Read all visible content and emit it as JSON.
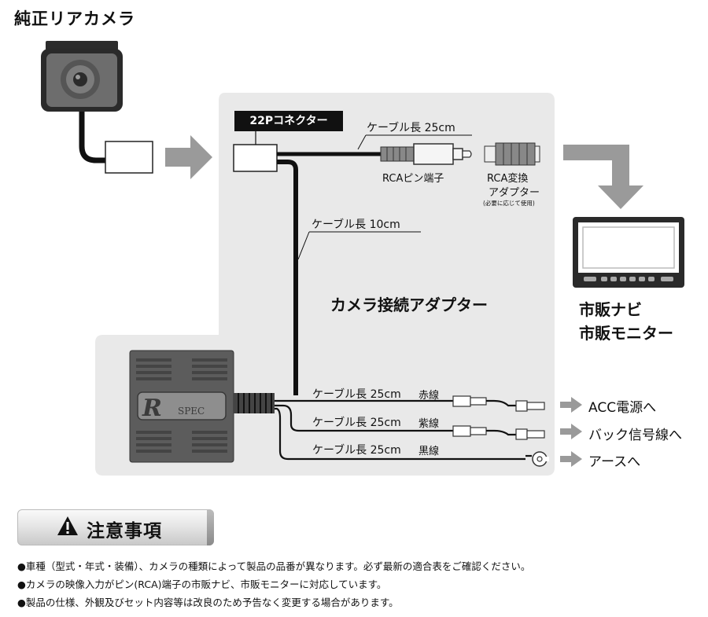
{
  "camera": {
    "title": "純正リアカメラ"
  },
  "connector": {
    "label": "22Pコネクター"
  },
  "cables": {
    "top": "ケーブル長 25cm",
    "vertical": "ケーブル長 10cm",
    "red": "ケーブル長 25cm",
    "purple": "ケーブル長 25cm",
    "black": "ケーブル長 25cm"
  },
  "wires": {
    "red": "赤線",
    "purple": "紫線",
    "black": "黒線"
  },
  "rca": {
    "pin_label": "RCAピン端子",
    "adapter_line1": "RCA変換",
    "adapter_line2": "アダプター",
    "adapter_note": "(必要に応じて使用)"
  },
  "adapter": {
    "title": "カメラ接続アダプター",
    "logo_r": "R",
    "logo_spec": "SPEC"
  },
  "navi": {
    "line1": "市販ナビ",
    "line2": "市販モニター"
  },
  "destinations": {
    "acc": "ACC電源へ",
    "back": "バック信号線へ",
    "earth": "アースへ"
  },
  "caution": {
    "title": "注意事項",
    "notes": [
      "●車種（型式・年式・装備）、カメラの種類によって製品の品番が異なります。必ず最新の適合表をご確認ください。",
      "●カメラの映像入力がピン(RCA)端子の市販ナビ、市販モニターに対応しています。",
      "●製品の仕様、外観及びセット内容等は改良のため予告なく変更する場合があります。"
    ]
  },
  "colors": {
    "panel": "#e9e9e9",
    "arrow": "#9a9a9a",
    "cable": "#111111",
    "device": "#5a5a5a"
  },
  "icons": [
    "warning-icon",
    "arrow-right-icon",
    "arrow-down-icon",
    "earth-terminal-icon"
  ]
}
